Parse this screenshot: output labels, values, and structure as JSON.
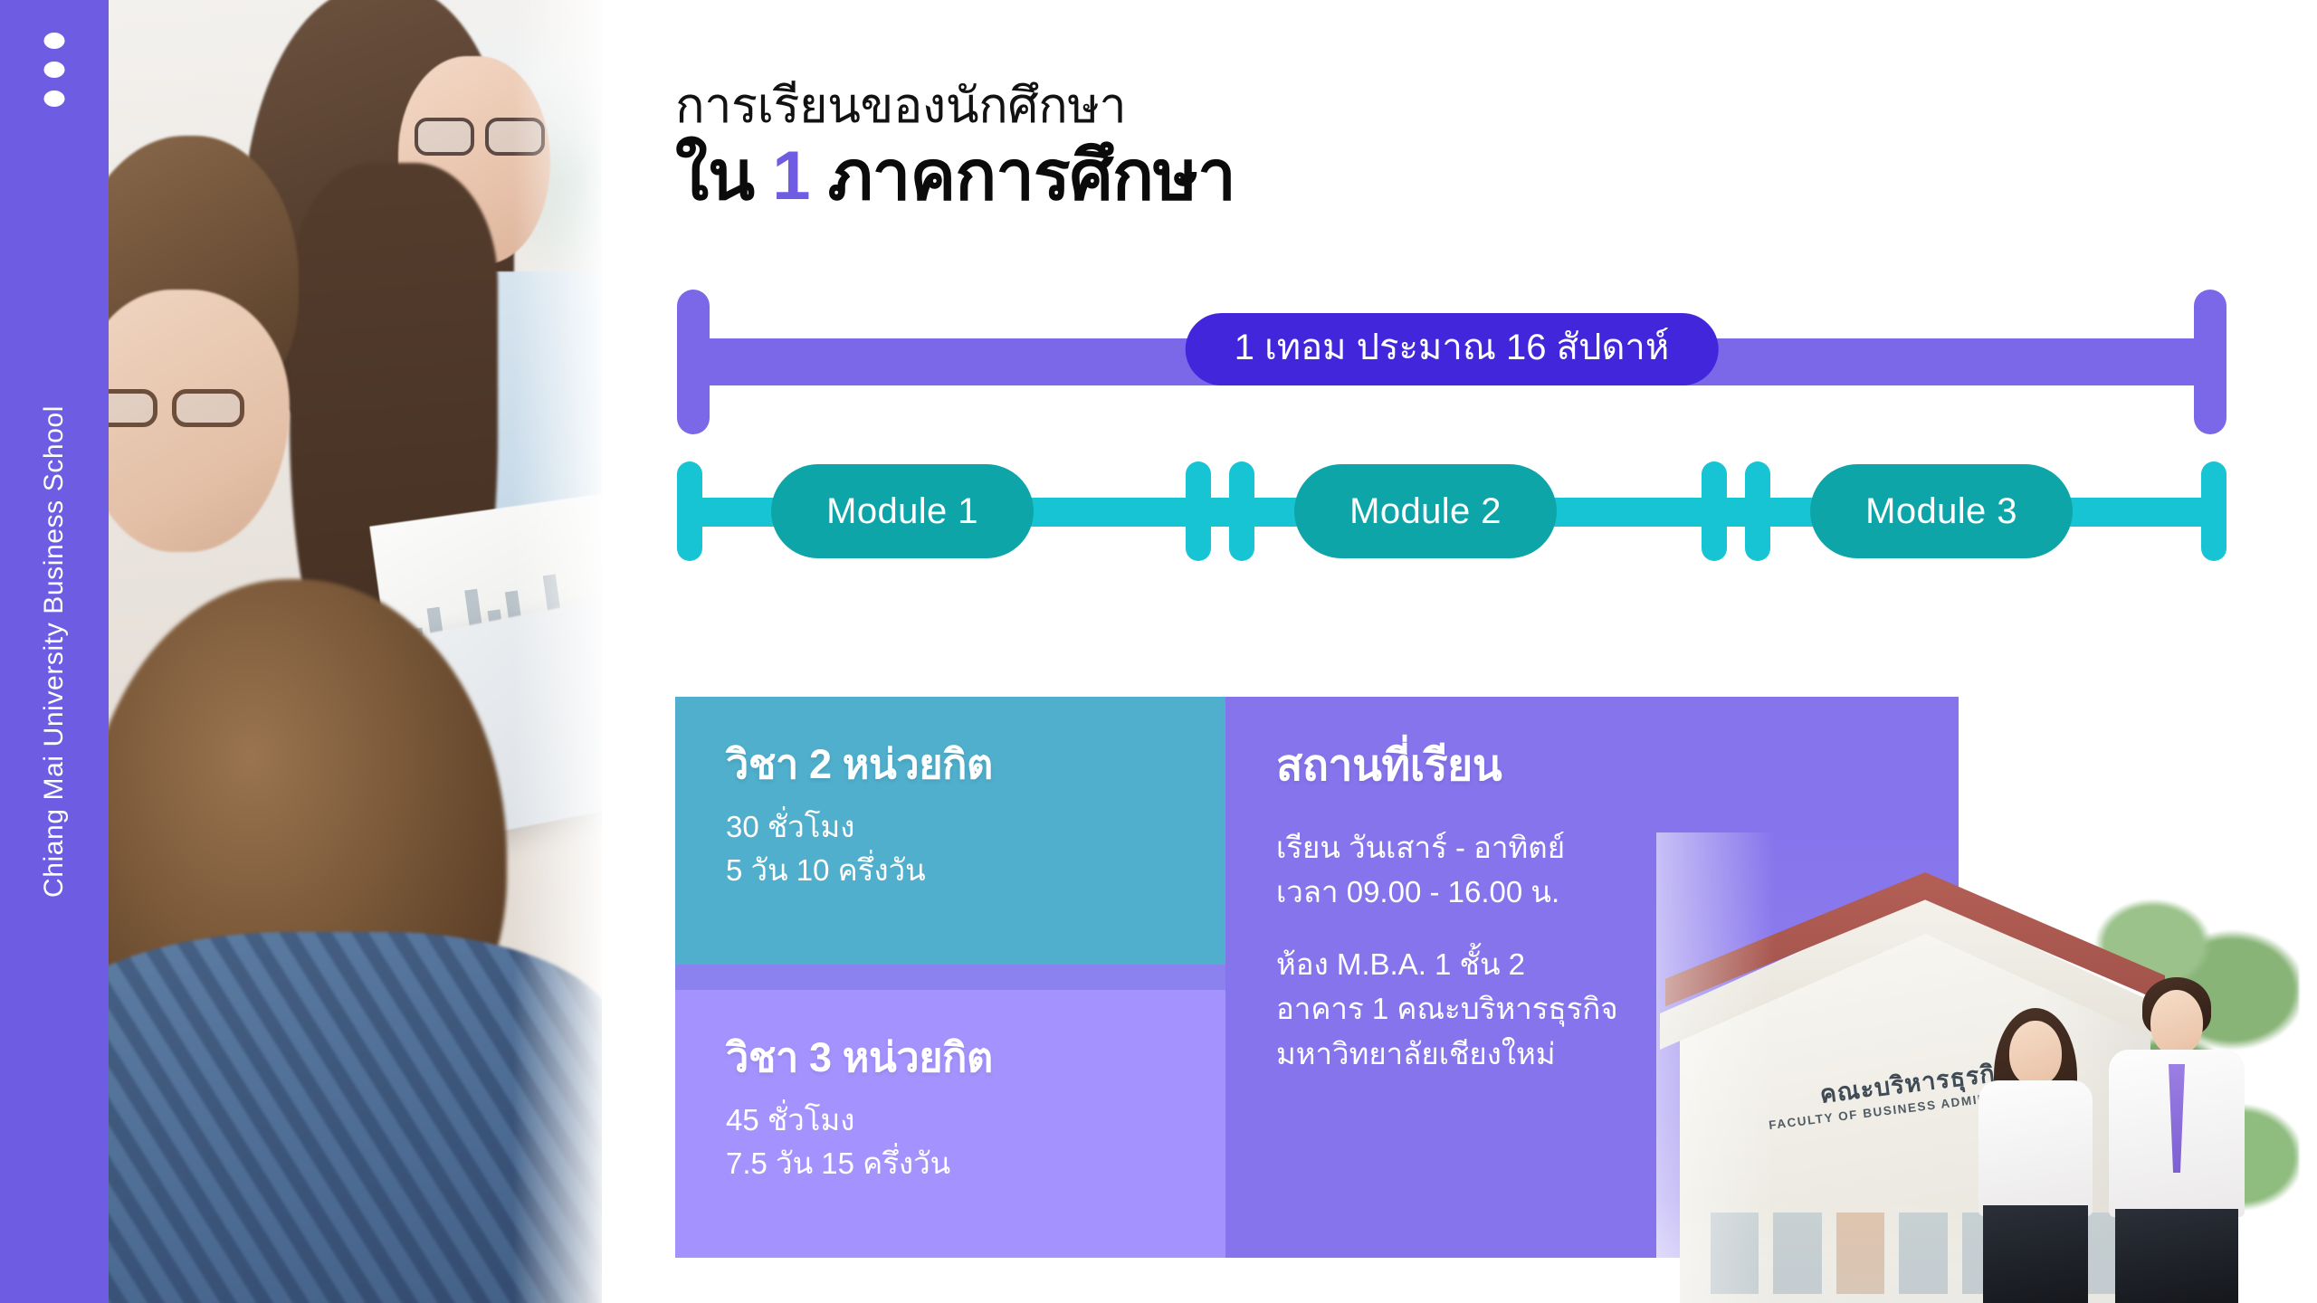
{
  "sidebar": {
    "vertical_label": "Chiang Mai University Business School",
    "dots_count": 3,
    "color": "#6E5DE3"
  },
  "title": {
    "line1": "การเรียนของนักศึกษา",
    "line2_prefix": "ใน ",
    "line2_accent": "1",
    "line2_suffix": " ภาคการศึกษา",
    "accent_color": "#6E5DE3"
  },
  "timeline": {
    "term_label": "1 เทอม ประมาณ 16 สัปดาห์",
    "bar_color": "#7B68E8",
    "pill_color": "#4126DB",
    "modules": [
      {
        "label": "Module 1"
      },
      {
        "label": "Module 2"
      },
      {
        "label": "Module 3"
      }
    ],
    "module_line_color": "#17C4D4",
    "module_pill_color": "#0EA5A9"
  },
  "cards": {
    "credit2": {
      "heading": "วิชา 2 หน่วยกิต",
      "line1": "30 ชั่วโมง",
      "line2": "5 วัน 10 ครึ่งวัน",
      "color": "#4FAFCC"
    },
    "credit3": {
      "heading": "วิชา 3 หน่วยกิต",
      "line1": "45 ชั่วโมง",
      "line2": "7.5 วัน 15 ครึ่งวัน",
      "color": "#A493FE"
    },
    "venue": {
      "heading": "สถานที่เรียน",
      "schedule_line1": "เรียน วันเสาร์ - อาทิตย์",
      "schedule_line2": "เวลา 09.00 - 16.00 น.",
      "address_line1": "ห้อง M.B.A. 1  ชั้น 2",
      "address_line2": "อาคาร 1 คณะบริหารธุรกิจ",
      "address_line3": "มหาวิทยาลัยเชียงใหม่",
      "color": "#8674EC"
    }
  },
  "building_photo": {
    "sign_thai": "คณะบริหารธุรกิจ",
    "sign_english": "FACULTY OF BUSINESS ADMINISTRATION"
  }
}
